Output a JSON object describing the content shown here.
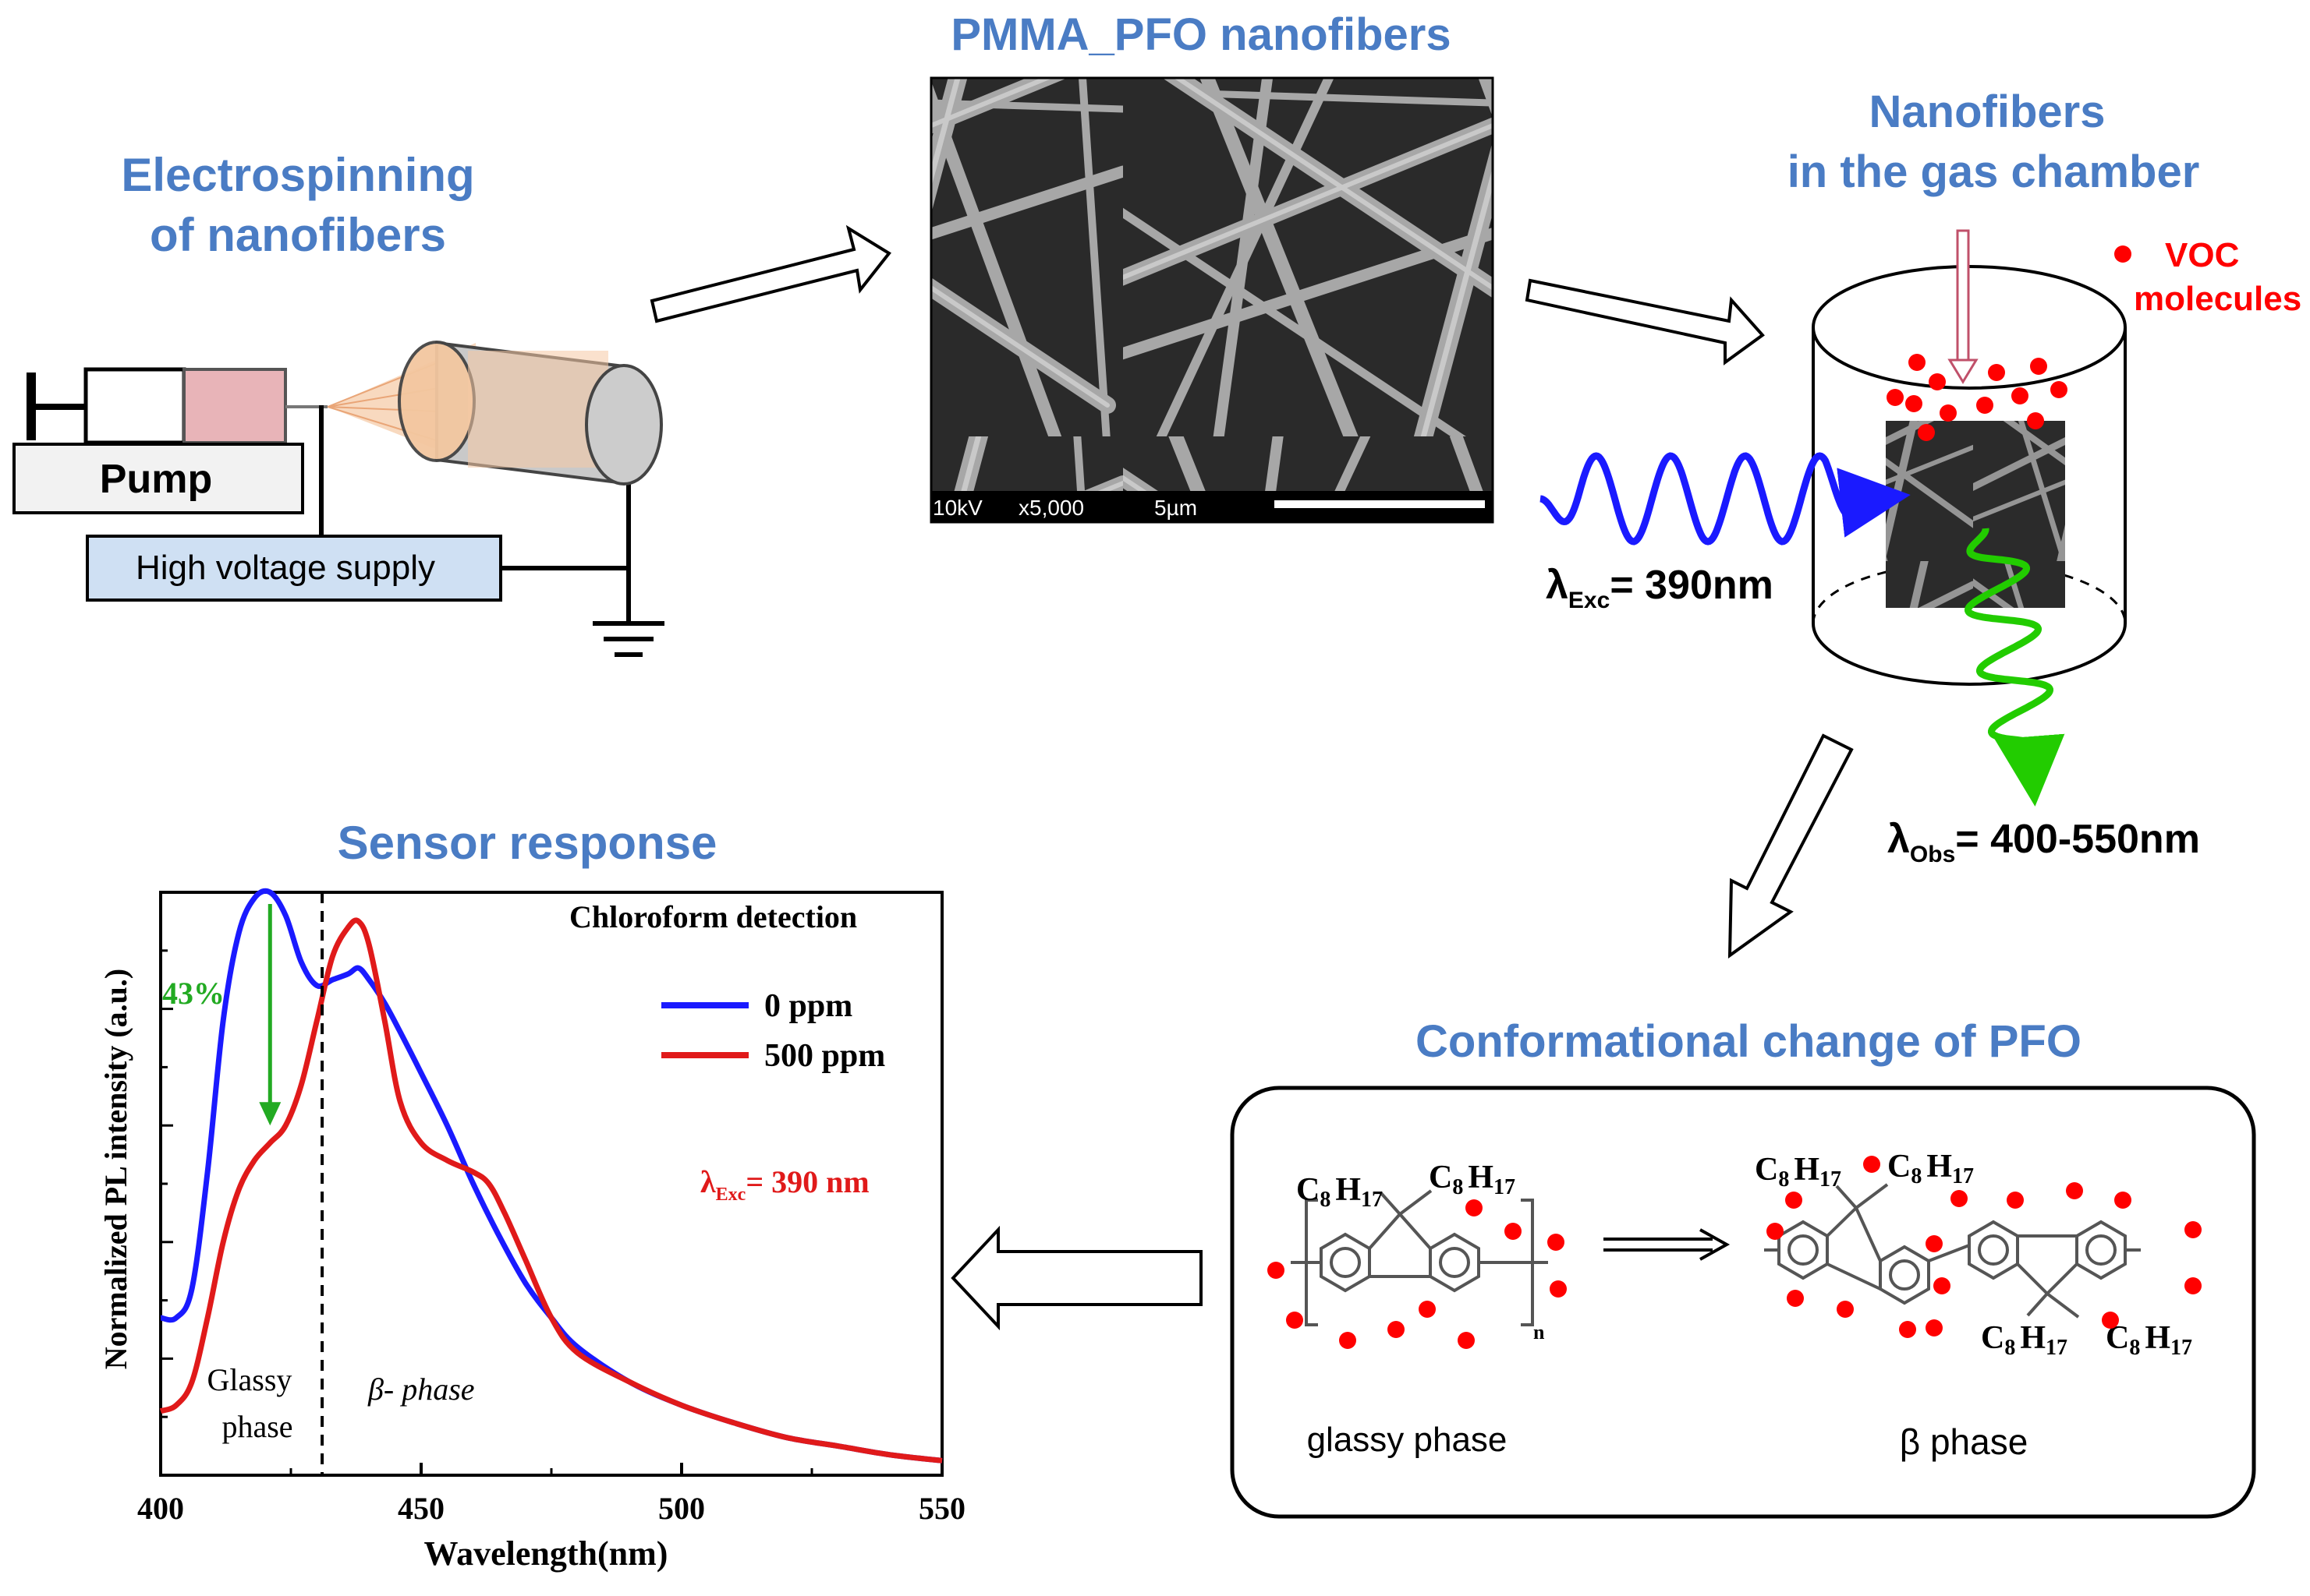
{
  "titles": {
    "electrospinning_line1": "Electrospinning",
    "electrospinning_line2": "of nanofibers",
    "sem": "PMMA_PFO nanofibers",
    "chamber_line1": "Nanofibers",
    "chamber_line2": "in the gas chamber",
    "sensor": "Sensor response",
    "conformation": "Conformational  change of PFO"
  },
  "setup": {
    "pump": "Pump",
    "hv_supply": "High voltage supply"
  },
  "sem": {
    "voltage": "10kV",
    "magnification": "x5,000",
    "scale": "5µm"
  },
  "chamber": {
    "voc_line1": "VOC",
    "voc_line2": "molecules",
    "exc_lambda": "λ",
    "exc_sub": "Exc",
    "exc_value": "= 390nm",
    "obs_lambda": "λ",
    "obs_sub": "Obs",
    "obs_value": "= 400-550nm"
  },
  "molecules": {
    "glassy_label": "glassy phase",
    "beta_label": "β  phase",
    "c8": "C",
    "c8_sub": "8",
    "h17": "H",
    "h17_sub": "17",
    "n": "n"
  },
  "colors": {
    "title_blue": "#4a7cc4",
    "series_blue": "#1a1aff",
    "series_red": "#e01a1a",
    "voc_red": "#ff0000",
    "green": "#22cc00",
    "pump_pink": "#e8b4b8",
    "hv_box": "#cfe0f3"
  },
  "chart_data": {
    "type": "line",
    "title": "Chloroform detection",
    "xlabel": "Wavelength(nm)",
    "ylabel": "Normalized PL intensity (a.u.)",
    "xlim": [
      400,
      550
    ],
    "ylim": [
      0,
      1.0
    ],
    "xticks": [
      400,
      450,
      500,
      550
    ],
    "divider_x": 431,
    "region_left_line1": "Glassy",
    "region_left_line2": "phase",
    "region_right": "β- phase",
    "annotation": "43%",
    "exc_label": "λ",
    "exc_sub": "Exc",
    "exc_value": "= 390 nm",
    "series": [
      {
        "name": "0 ppm",
        "color": "#1a1aff",
        "x": [
          400,
          403,
          406,
          409,
          412,
          415,
          418,
          421,
          424,
          427,
          430,
          433,
          436,
          438,
          440,
          443,
          446,
          450,
          455,
          460,
          465,
          470,
          475,
          480,
          490,
          500,
          510,
          520,
          530,
          540,
          550
        ],
        "y": [
          0.27,
          0.27,
          0.32,
          0.52,
          0.78,
          0.93,
          0.99,
          1.0,
          0.96,
          0.88,
          0.84,
          0.85,
          0.86,
          0.87,
          0.85,
          0.81,
          0.76,
          0.69,
          0.6,
          0.5,
          0.41,
          0.33,
          0.27,
          0.22,
          0.16,
          0.12,
          0.09,
          0.065,
          0.05,
          0.035,
          0.025
        ]
      },
      {
        "name": "500 ppm",
        "color": "#e01a1a",
        "x": [
          400,
          403,
          406,
          409,
          412,
          415,
          418,
          421,
          424,
          427,
          430,
          433,
          436,
          438,
          440,
          443,
          446,
          450,
          455,
          460,
          463,
          466,
          470,
          475,
          480,
          490,
          500,
          510,
          520,
          530,
          540,
          550
        ],
        "y": [
          0.11,
          0.12,
          0.16,
          0.27,
          0.4,
          0.49,
          0.54,
          0.57,
          0.6,
          0.67,
          0.78,
          0.89,
          0.94,
          0.95,
          0.91,
          0.78,
          0.64,
          0.57,
          0.54,
          0.52,
          0.5,
          0.45,
          0.37,
          0.27,
          0.21,
          0.16,
          0.12,
          0.09,
          0.065,
          0.05,
          0.035,
          0.025
        ]
      }
    ]
  }
}
